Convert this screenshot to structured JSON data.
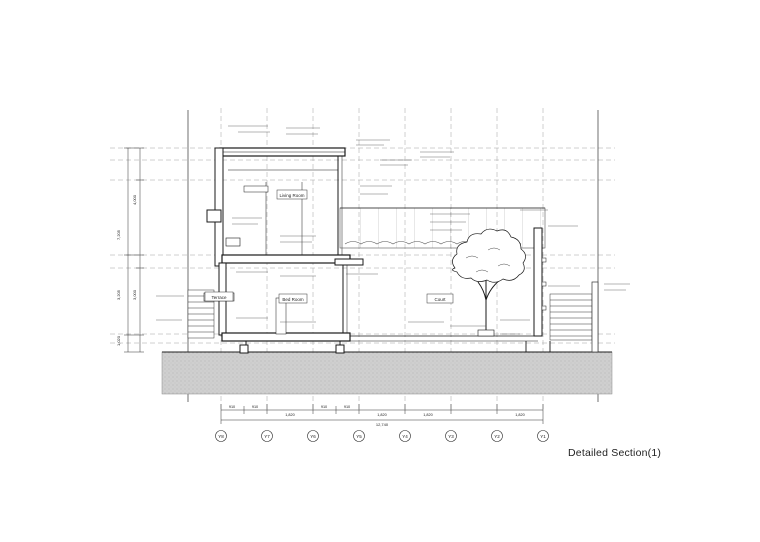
{
  "caption": "Detailed Section(1)",
  "rooms": {
    "living": "Living Room",
    "bed": "Bed Room",
    "court": "Court",
    "terrace": "Terrace"
  },
  "grid_axes": [
    "Y8",
    "Y7",
    "Y6",
    "Y5",
    "Y4",
    "Y3",
    "Y2",
    "Y1"
  ],
  "dimensions": {
    "segments_top": [
      "910",
      "910",
      "1,820",
      "910",
      "910",
      "1,820",
      "1,820",
      "1,820"
    ],
    "total": "12,740",
    "left_levels": [
      "1,020",
      "3,205",
      "7,205",
      "3,000",
      "4,000"
    ]
  },
  "colors": {
    "line": "#1a1a1a",
    "grid": "#9a9a9a",
    "ground": "#c9c9c9"
  }
}
